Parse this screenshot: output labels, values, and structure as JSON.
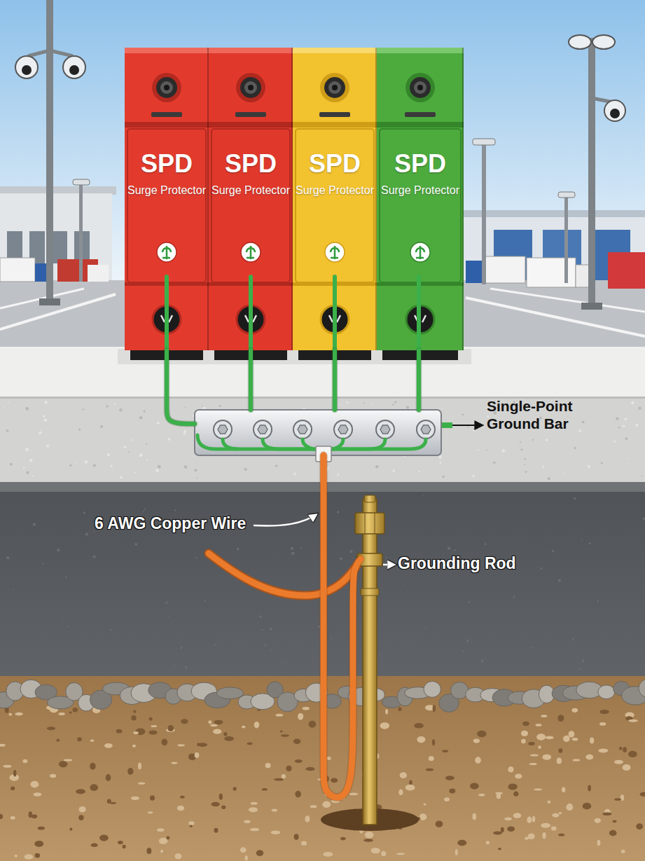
{
  "diagram": {
    "nodes": [
      {
        "text": [
          "SPD",
          "Surge Protector"
        ]
      },
      {
        "text": [
          "SPD",
          "Surge Protector"
        ]
      },
      {
        "text": [
          "SPD",
          "Surge Protector"
        ]
      },
      {
        "text": [
          "SPD",
          "Surge Protector"
        ]
      },
      {
        "text": [
          "Single-Point Ground Bar"
        ]
      },
      {
        "text": [
          "Grounding Rod"
        ]
      }
    ],
    "edges": [
      {
        "from": 0,
        "to": 4,
        "arrow": "none"
      },
      {
        "from": 1,
        "to": 4,
        "arrow": "none"
      },
      {
        "from": 2,
        "to": 4,
        "arrow": "none"
      },
      {
        "from": 3,
        "to": 4,
        "arrow": "none"
      },
      {
        "from": 4,
        "to": 5,
        "label": "6 AWG Copper Wire",
        "arrow": "none"
      }
    ]
  }
}
